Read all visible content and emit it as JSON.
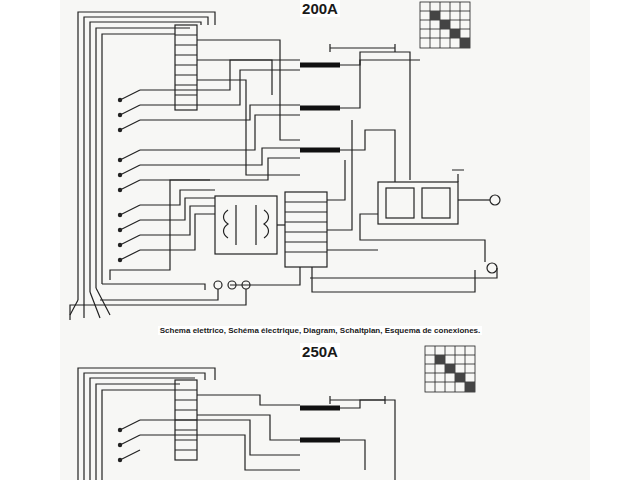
{
  "diagram": {
    "caption": "Schema elettrico, Schéma électrique, Diagram, Schaltplan, Esquema de conexiones.",
    "labels": [
      "200A",
      "250A"
    ]
  }
}
